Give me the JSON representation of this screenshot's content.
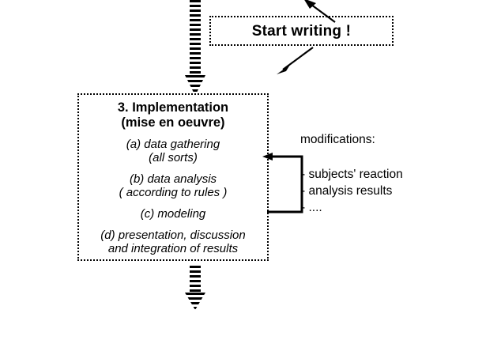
{
  "diagram": {
    "title": "Research process step 3 flow diagram",
    "colors": {
      "stroke": "#000000",
      "background": "#ffffff"
    },
    "start_writing": {
      "label": "Start writing !"
    },
    "implementation": {
      "title_line_1": "3. Implementation",
      "title_line_2": "(mise en oeuvre)",
      "items": [
        {
          "line_1": "(a) data gathering",
          "line_2": "(all sorts)"
        },
        {
          "line_1": "(b) data analysis",
          "line_2": "( according to rules )"
        },
        {
          "line_1": "(c) modeling",
          "line_2": ""
        },
        {
          "line_1": "(d) presentation, discussion",
          "line_2": "and integration of results"
        }
      ]
    },
    "modifications": {
      "heading": "modifications:",
      "items": [
        "- subjects' reaction",
        "- analysis results",
        "- ...."
      ]
    },
    "connectors": {
      "top_flow_arrow": "striped-down-arrow-icon",
      "bottom_flow_arrow": "striped-down-arrow-icon",
      "start_writing_up_arrow": "diagonal-up-arrow-icon",
      "start_writing_down_arrow": "diagonal-down-arrow-icon",
      "feedback_loop": "feedback-bracket-arrow-icon"
    }
  }
}
